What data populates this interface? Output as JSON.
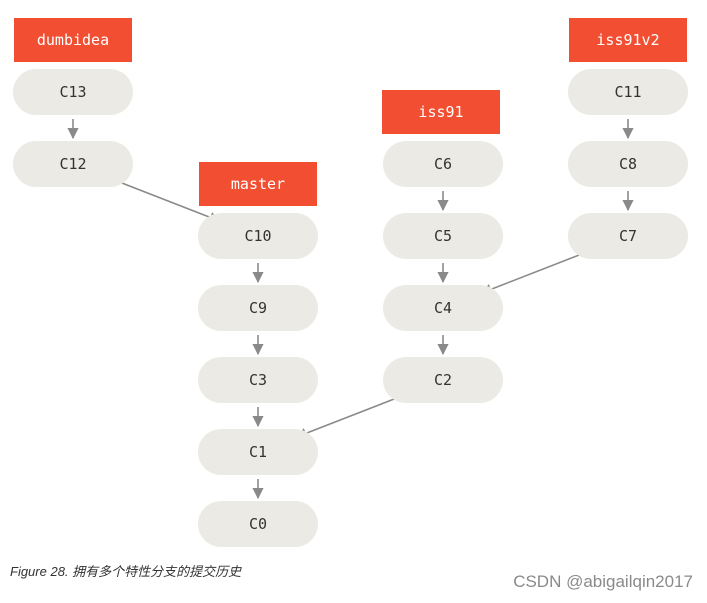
{
  "colors": {
    "commit_fill": "#ebeae4",
    "commit_text": "#333333",
    "branch_fill": "#f14e32",
    "branch_text": "#ffffff",
    "arrow": "#8a8a8a"
  },
  "commits": [
    {
      "id": "C13",
      "label": "C13"
    },
    {
      "id": "C12",
      "label": "C12"
    },
    {
      "id": "C10",
      "label": "C10"
    },
    {
      "id": "C9",
      "label": "C9"
    },
    {
      "id": "C3",
      "label": "C3"
    },
    {
      "id": "C1",
      "label": "C1"
    },
    {
      "id": "C0",
      "label": "C0"
    },
    {
      "id": "C6",
      "label": "C6"
    },
    {
      "id": "C5",
      "label": "C5"
    },
    {
      "id": "C4",
      "label": "C4"
    },
    {
      "id": "C2",
      "label": "C2"
    },
    {
      "id": "C11",
      "label": "C11"
    },
    {
      "id": "C8",
      "label": "C8"
    },
    {
      "id": "C7",
      "label": "C7"
    }
  ],
  "branches": [
    {
      "id": "dumbidea",
      "label": "dumbidea",
      "points_to": "C13"
    },
    {
      "id": "master",
      "label": "master",
      "points_to": "C10"
    },
    {
      "id": "iss91",
      "label": "iss91",
      "points_to": "C6"
    },
    {
      "id": "iss91v2",
      "label": "iss91v2",
      "points_to": "C11"
    }
  ],
  "edges": [
    {
      "from": "C13",
      "to": "C12"
    },
    {
      "from": "C12",
      "to": "C10"
    },
    {
      "from": "C10",
      "to": "C9"
    },
    {
      "from": "C9",
      "to": "C3"
    },
    {
      "from": "C3",
      "to": "C1"
    },
    {
      "from": "C1",
      "to": "C0"
    },
    {
      "from": "C6",
      "to": "C5"
    },
    {
      "from": "C5",
      "to": "C4"
    },
    {
      "from": "C4",
      "to": "C2"
    },
    {
      "from": "C2",
      "to": "C1"
    },
    {
      "from": "C11",
      "to": "C8"
    },
    {
      "from": "C8",
      "to": "C7"
    },
    {
      "from": "C7",
      "to": "C4"
    }
  ],
  "caption": "Figure 28. 拥有多个特性分支的提交历史",
  "watermark": "CSDN @abigailqin2017"
}
